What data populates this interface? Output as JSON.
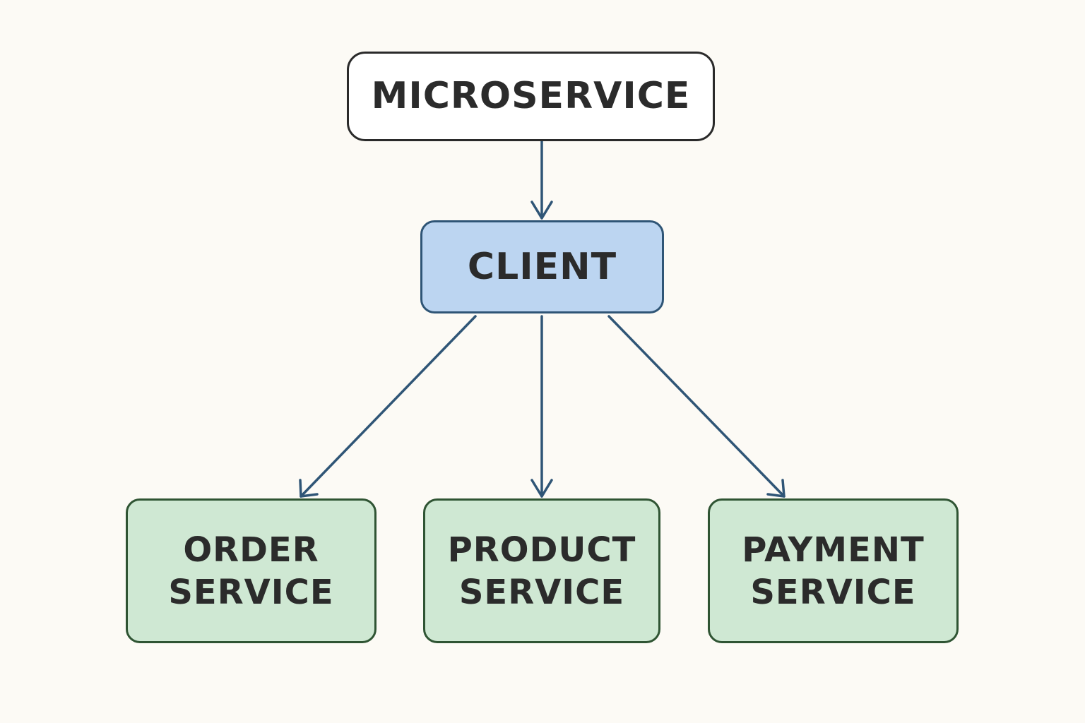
{
  "diagram": {
    "top": {
      "label": "MICROSERVICE"
    },
    "middle": {
      "label": "CLIENT"
    },
    "services": [
      {
        "line1": "ORDER",
        "line2": "SERVICE"
      },
      {
        "line1": "PRODUCT",
        "line2": "SERVICE"
      },
      {
        "line1": "PAYMENT",
        "line2": "SERVICE"
      }
    ]
  },
  "colors": {
    "background": "#fcfaf5",
    "arrow": "#2f5576",
    "client_fill": "#bcd5f1",
    "service_fill": "#cfe8d3",
    "service_border": "#2f5433"
  }
}
